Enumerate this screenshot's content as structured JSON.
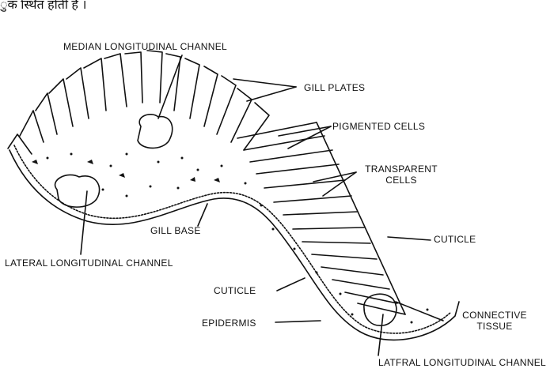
{
  "header_text": "ुक स्थित होती है ।",
  "labels": {
    "median_longitudinal_channel": "MEDIAN LONGITUDINAL CHANNEL",
    "gill_plates": "GILL PLATES",
    "pigmented_cells": "PIGMENTED CELLS",
    "transparent_cells_line1": "TRANSPARENT",
    "transparent_cells_line2": "CELLS",
    "gill_base": "GILL BASE",
    "cuticle_right": "CUTICLE",
    "lateral_channel_left": "LATERAL LONGITUDINAL CHANNEL",
    "cuticle_lower": "CUTICLE",
    "epidermis": "EPIDERMIS",
    "connective_tissue_line1": "CONNECTIVE",
    "connective_tissue_line2": "TISSUE",
    "lateral_channel_bottom": "LATFRAL LONGITUDINAL CHANNEL"
  },
  "colors": {
    "ink": "#111111",
    "background": "#ffffff"
  }
}
